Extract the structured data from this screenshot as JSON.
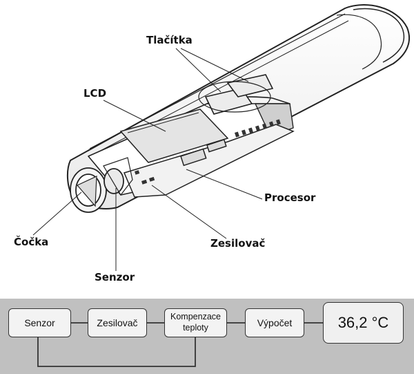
{
  "illustration": {
    "labels": {
      "buttons": "Tlačítka",
      "lcd": "LCD",
      "processor": "Procesor",
      "lens": "Čočka",
      "amplifier": "Zesilovač",
      "sensor": "Senzor"
    }
  },
  "flow": {
    "stages": {
      "sensor": "Senzor",
      "amplifier": "Zesilovač",
      "compensation_line1": "Kompenzace",
      "compensation_line2": "teploty",
      "calculation": "Výpočet",
      "display": "36,2 °C"
    }
  },
  "colors": {
    "panel_background": "#c0c0c0",
    "box_fill": "#f3f3f3",
    "outline": "#333333"
  }
}
